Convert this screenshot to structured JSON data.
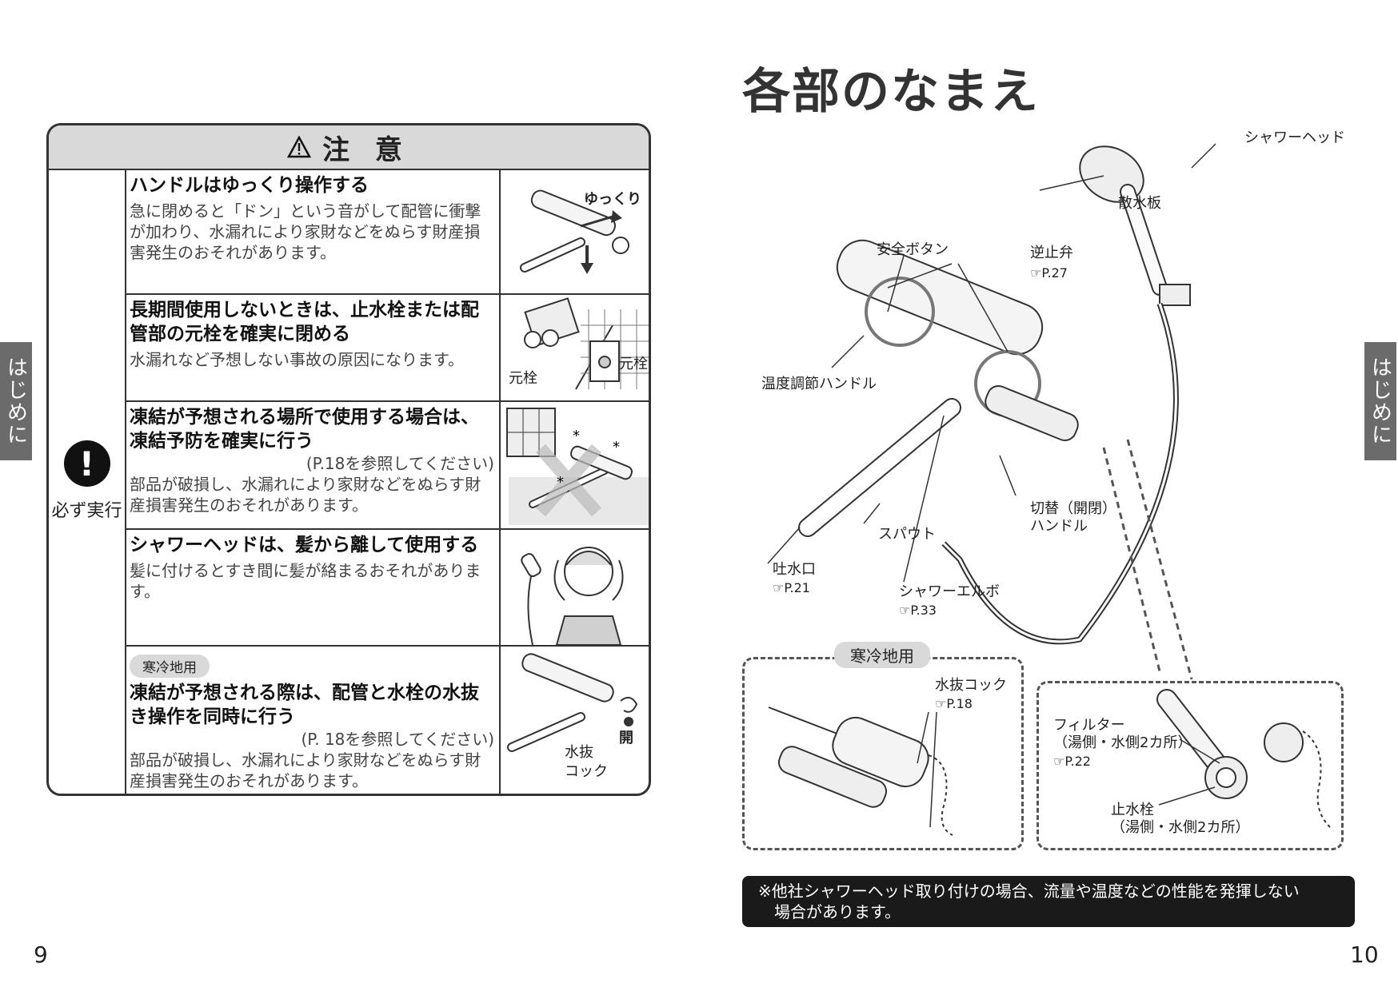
{
  "side_tab": "はじめに",
  "page_left": "9",
  "page_right": "10",
  "caution": {
    "title": "注 意",
    "must_label": "必ず実行",
    "rows": [
      {
        "heading": "ハンドルはゆっくり操作する",
        "body": "急に閉めると「ドン」という音がして配管に衝撃が加わり、水漏れにより家財などをぬらす財産損害発生のおそれがあります。",
        "img_label": "ゆっくり"
      },
      {
        "heading": "長期間使用しないときは、止水栓または配管部の元栓を確実に閉める",
        "body": "水漏れなど予想しない事故の原因になります。",
        "img_label_1": "元栓",
        "img_label_2": "元栓"
      },
      {
        "heading": "凍結が予想される場所で使用する場合は、凍結予防を確実に行う",
        "ref": "(P.18を参照してください)",
        "body": "部品が破損し、水漏れにより家財などをぬらす財産損害発生のおそれがあります。"
      },
      {
        "heading": "シャワーヘッドは、髪から離して使用する",
        "body": "髪に付けるとすき間に髪が絡まるおそれがあります。"
      },
      {
        "tag": "寒冷地用",
        "heading": "凍結が予想される際は、配管と水栓の水抜き操作を同時に行う",
        "ref": "(P. 18を参照してください)",
        "body": "部品が破損し、水漏れにより家財などをぬらす財産損害発生のおそれがあります。",
        "img_label_1": "開",
        "img_label_2": "水抜",
        "img_label_3": "コック"
      }
    ]
  },
  "parts": {
    "title": "各部のなまえ",
    "labels": {
      "shower_head": "シャワーヘッド",
      "spray_plate": "散水板",
      "safety_button": "安全ボタン",
      "check_valve": "逆止弁",
      "check_valve_ref": "P.27",
      "temp_handle": "温度調節ハンドル",
      "spout": "スパウト",
      "switch_handle_1": "切替（開閉）",
      "switch_handle_2": "ハンドル",
      "outlet": "吐水口",
      "outlet_ref": "P.21",
      "shower_elbow": "シャワーエルボ",
      "shower_elbow_ref": "P.33"
    },
    "cold_region": {
      "tag": "寒冷地用",
      "drain_cock": "水抜コック",
      "drain_cock_ref": "P.18"
    },
    "filter_box": {
      "filter": "フィルター",
      "filter_note": "（湯側・水側2カ所）",
      "filter_ref": "P.22",
      "stop_valve": "止水栓",
      "stop_valve_note": "（湯側・水側2カ所）"
    },
    "note_line1": "※他社シャワーヘッド取り付けの場合、流量や温度などの性能を発揮しない",
    "note_line2": "場合があります。"
  }
}
